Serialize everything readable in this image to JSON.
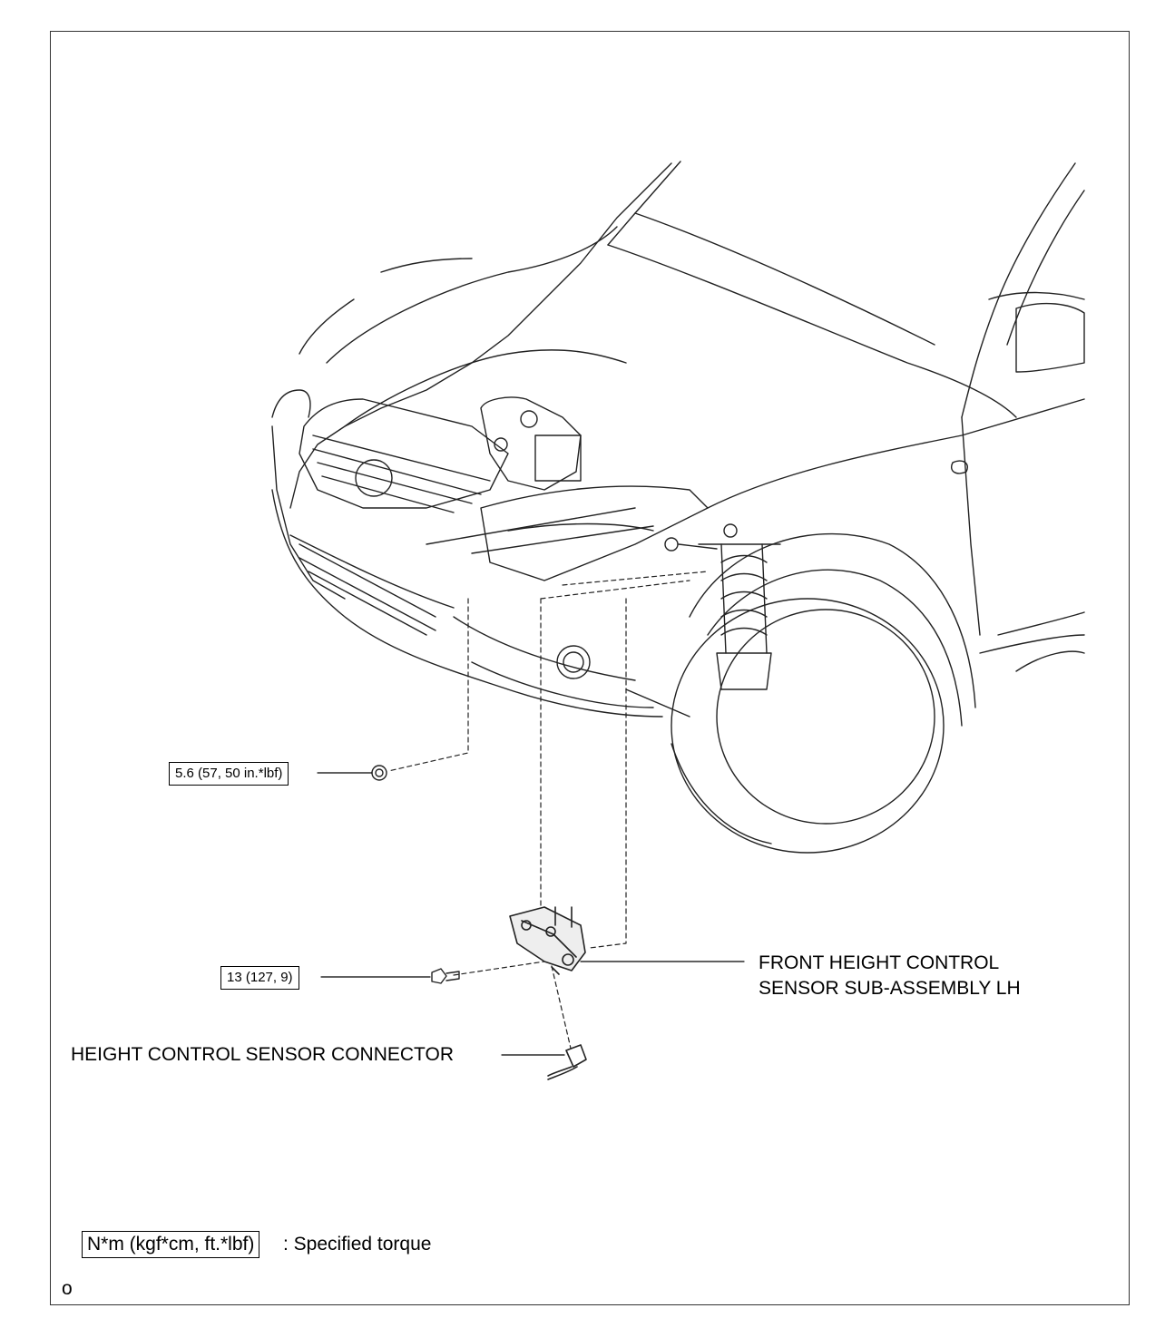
{
  "torque_labels": {
    "nut": "5.6 (57, 50 in.*lbf)",
    "bolt": "13 (127, 9)"
  },
  "callouts": {
    "sensor_line1": "FRONT HEIGHT CONTROL",
    "sensor_line2": "SENSOR SUB-ASSEMBLY LH",
    "connector": "HEIGHT CONTROL SENSOR CONNECTOR"
  },
  "legend": {
    "unit_box": "N*m (kgf*cm, ft.*lbf)",
    "suffix": ": Specified torque"
  },
  "footer_mark": "o"
}
